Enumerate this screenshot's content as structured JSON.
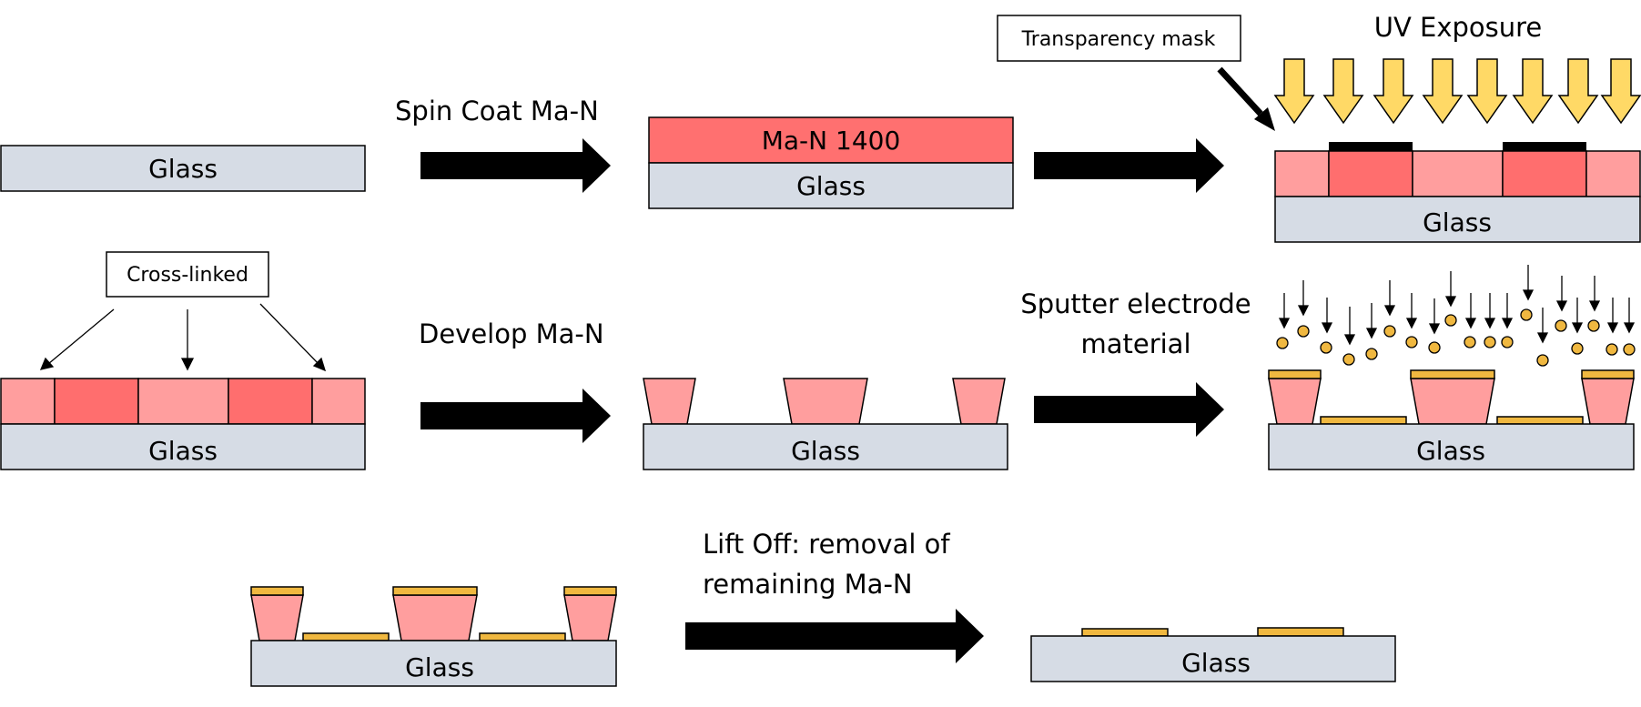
{
  "labels": {
    "glass": "Glass",
    "resist": "Ma-N 1400",
    "spin_coat": "Spin Coat Ma-N",
    "transparency_mask": "Transparency mask",
    "uv_exposure": "UV Exposure",
    "cross_linked": "Cross-linked",
    "develop": "Develop Ma-N",
    "sputter_line1": "Sputter electrode",
    "sputter_line2": "material",
    "liftoff_line1": "Lift Off: removal of",
    "liftoff_line2": "remaining Ma-N"
  },
  "colors": {
    "glass": "#d6dce5",
    "resist_film": "#ff7070",
    "resist_light": "#ff9e9e",
    "resist_dark": "#ff6e6e",
    "gold": "#f0b840",
    "uv_arrow": "#ffd966",
    "outline": "#000000"
  }
}
